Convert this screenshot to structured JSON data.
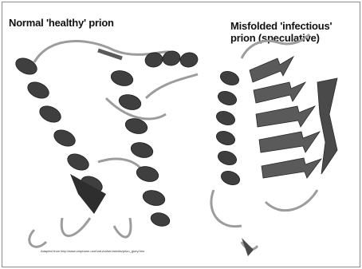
{
  "labels": {
    "left": "Normal 'healthy' prion",
    "right_line1": "Misfolded 'infectious'",
    "right_line2": "prion (speculative)"
  },
  "credit": "Adapted from http://www.cmpharm.ucsf.edu/cohen/media/prion_glory.htm",
  "colors": {
    "helix": "#3f3f3f",
    "helix_light": "#6a6a6a",
    "strand": "#5a5a5a",
    "coil": "#9c9c9c",
    "border": "#8a8a8a"
  }
}
